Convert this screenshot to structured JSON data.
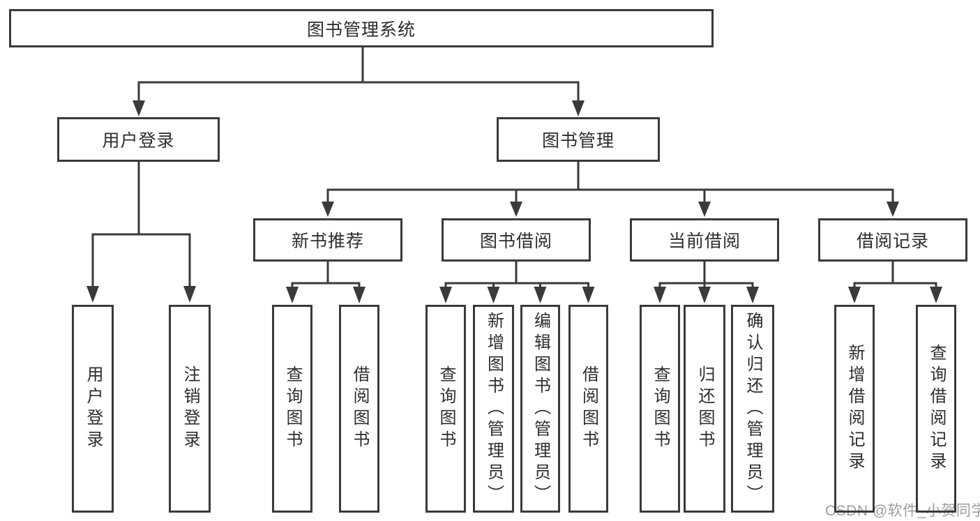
{
  "nodes": {
    "root": {
      "label": "图书管理系统"
    },
    "user_login": {
      "label": "用户登录"
    },
    "book_mgmt": {
      "label": "图书管理"
    },
    "new_book_rec": {
      "label": "新书推荐"
    },
    "book_borrow": {
      "label": "图书借阅"
    },
    "current_borrow": {
      "label": "当前借阅"
    },
    "borrow_records": {
      "label": "借阅记录"
    },
    "leaf_user_login": {
      "label": "用户登录"
    },
    "leaf_logout": {
      "label": "注销登录"
    },
    "leaf_query_book_rec": {
      "label": "查询图书"
    },
    "leaf_borrow_book_rec": {
      "label": "借阅图书"
    },
    "leaf_query_book_borrow": {
      "label": "查询图书"
    },
    "leaf_add_book": {
      "label": "新增图书（管理员）"
    },
    "leaf_edit_book": {
      "label": "编辑图书（管理员）"
    },
    "leaf_borrow_book_borrow": {
      "label": "借阅图书"
    },
    "leaf_query_book_current": {
      "label": "查询图书"
    },
    "leaf_return_book": {
      "label": "归还图书"
    },
    "leaf_confirm_return": {
      "label": "确认归还（管理员）"
    },
    "leaf_add_record": {
      "label": "新增借阅记录"
    },
    "leaf_query_record": {
      "label": "查询借阅记录"
    }
  },
  "hierarchy": [
    {
      "parent": "图书管理系统",
      "children": [
        "用户登录",
        "图书管理"
      ]
    },
    {
      "parent": "用户登录",
      "children": [
        "用户登录",
        "注销登录"
      ]
    },
    {
      "parent": "图书管理",
      "children": [
        "新书推荐",
        "图书借阅",
        "当前借阅",
        "借阅记录"
      ]
    },
    {
      "parent": "新书推荐",
      "children": [
        "查询图书",
        "借阅图书"
      ]
    },
    {
      "parent": "图书借阅",
      "children": [
        "查询图书",
        "新增图书（管理员）",
        "编辑图书（管理员）",
        "借阅图书"
      ]
    },
    {
      "parent": "当前借阅",
      "children": [
        "查询图书",
        "归还图书",
        "确认归还（管理员）"
      ]
    },
    {
      "parent": "借阅记录",
      "children": [
        "新增借阅记录",
        "查询借阅记录"
      ]
    }
  ],
  "watermark": {
    "text": "CSDN @软件_小贺同学",
    "color": "#9e9e9e"
  },
  "colors": {
    "line": "#3a3a3a",
    "border": "#3a3a3a",
    "text": "#2d2d2d",
    "background": "#ffffff"
  }
}
